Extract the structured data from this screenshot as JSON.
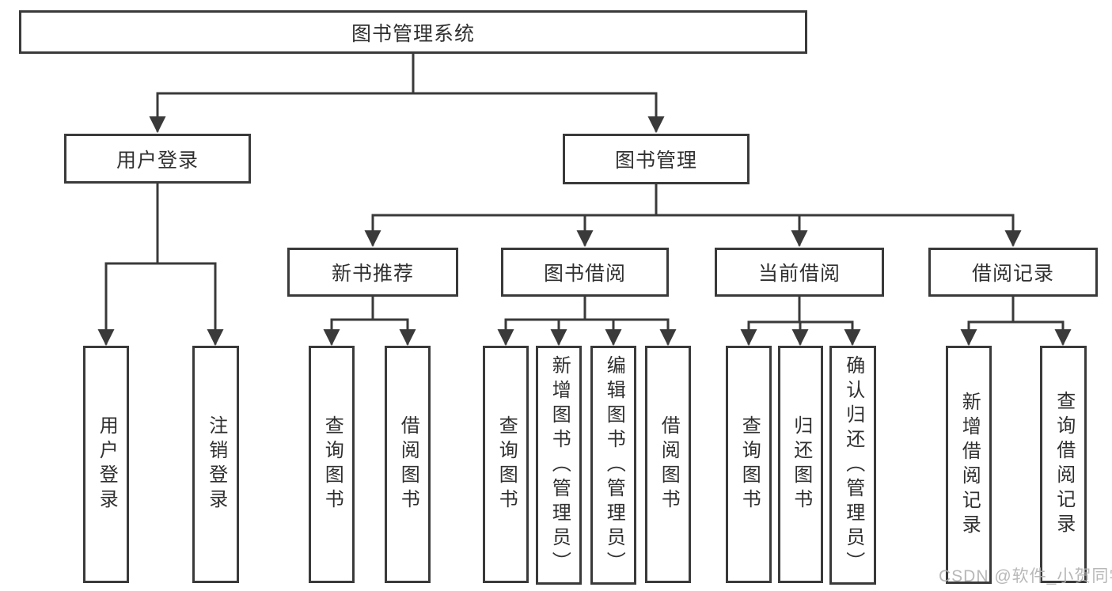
{
  "tree": {
    "label": "图书管理系统",
    "children": [
      {
        "label": "用户登录",
        "children": [
          {
            "label": "用户登录"
          },
          {
            "label": "注销登录"
          }
        ]
      },
      {
        "label": "图书管理",
        "children": [
          {
            "label": "新书推荐",
            "children": [
              {
                "label": "查询图书"
              },
              {
                "label": "借阅图书"
              }
            ]
          },
          {
            "label": "图书借阅",
            "children": [
              {
                "label": "查询图书"
              },
              {
                "label": "新增图书（管理员）"
              },
              {
                "label": "编辑图书（管理员）"
              },
              {
                "label": "借阅图书"
              }
            ]
          },
          {
            "label": "当前借阅",
            "children": [
              {
                "label": "查询图书"
              },
              {
                "label": "归还图书"
              },
              {
                "label": "确认归还（管理员）"
              }
            ]
          },
          {
            "label": "借阅记录",
            "children": [
              {
                "label": "新增借阅记录"
              },
              {
                "label": "查询借阅记录"
              }
            ]
          }
        ]
      }
    ]
  },
  "watermark": {
    "text": "CSDN @软件_小贺同学"
  },
  "colors": {
    "line": "#3a3a3a",
    "text": "#303030",
    "node_fill": "#ffffff",
    "background": "#ffffff",
    "watermark": "#b2b2b2"
  }
}
